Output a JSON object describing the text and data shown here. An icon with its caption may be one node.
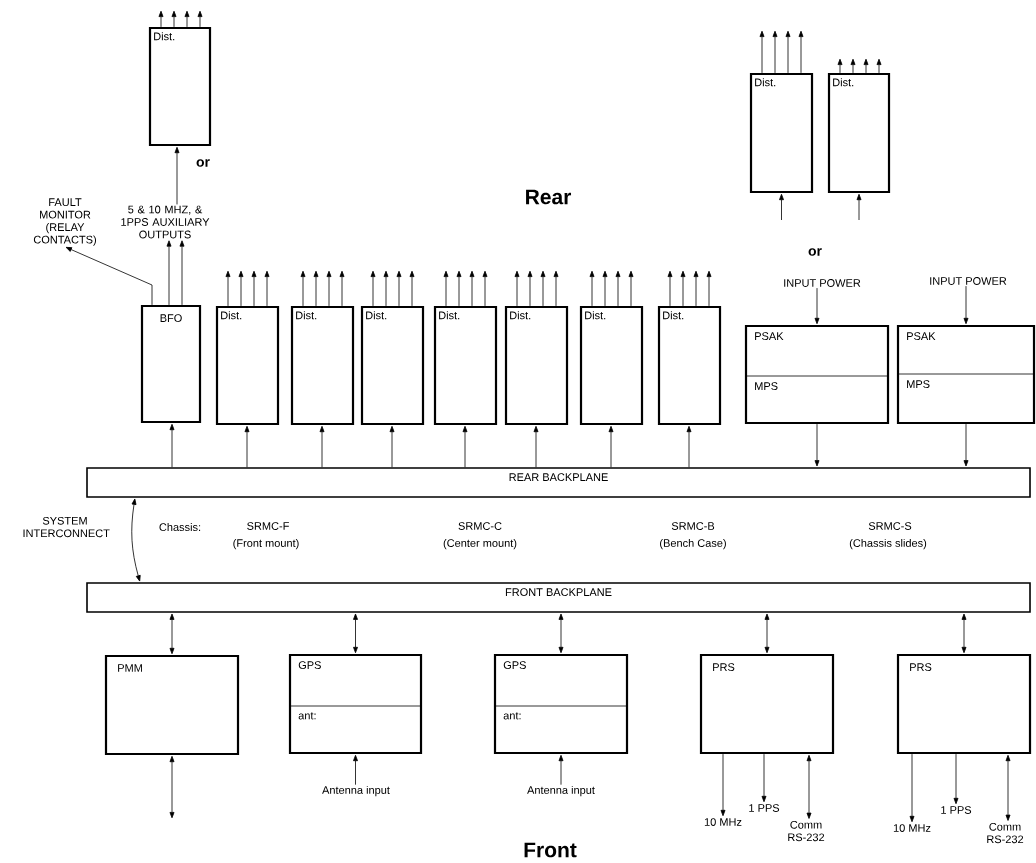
{
  "diagram": {
    "nodes": [
      {
        "text": [
          "Dist."
        ]
      },
      {
        "text": [
          "Dist."
        ]
      },
      {
        "text": [
          "Dist."
        ]
      },
      {
        "text": [
          "BFO"
        ]
      },
      {
        "text": [
          "Dist."
        ]
      },
      {
        "text": [
          "Dist."
        ]
      },
      {
        "text": [
          "Dist."
        ]
      },
      {
        "text": [
          "Dist."
        ]
      },
      {
        "text": [
          "Dist."
        ]
      },
      {
        "text": [
          "Dist."
        ]
      },
      {
        "text": [
          "Dist."
        ]
      },
      {
        "text": [
          "PSAK",
          "MPS"
        ]
      },
      {
        "text": [
          "PSAK",
          "MPS"
        ]
      },
      {
        "text": [
          "REAR BACKPLANE"
        ]
      },
      {
        "text": [
          "FRONT BACKPLANE"
        ]
      },
      {
        "text": [
          "PMM"
        ]
      },
      {
        "text": [
          "GPS",
          "ant:"
        ]
      },
      {
        "text": [
          "GPS",
          "ant:"
        ]
      },
      {
        "text": [
          "PRS"
        ]
      },
      {
        "text": [
          "PRS"
        ]
      },
      {
        "text": [
          "5 & 10 MHZ, & 1PPS AUXILIARY OUTPUTS"
        ]
      },
      {
        "text": [
          "FAULT MONITOR (RELAY CONTACTS)"
        ]
      },
      {
        "text": [
          "INPUT POWER"
        ]
      },
      {
        "text": [
          "INPUT POWER"
        ]
      },
      {
        "text": [
          "Antenna input"
        ]
      },
      {
        "text": [
          "Antenna input"
        ]
      },
      {
        "text": [
          "10 MHz"
        ]
      },
      {
        "text": [
          "1 PPS"
        ]
      },
      {
        "text": [
          "Comm RS-232"
        ]
      },
      {
        "text": [
          "10 MHz"
        ]
      },
      {
        "text": [
          "1 PPS"
        ]
      },
      {
        "text": [
          "Comm RS-232"
        ]
      }
    ],
    "edges": [
      {
        "from": 0,
        "to": null,
        "arrow": "to"
      },
      {
        "from": 0,
        "to": null,
        "arrow": "to"
      },
      {
        "from": 0,
        "to": null,
        "arrow": "to"
      },
      {
        "from": 0,
        "to": null,
        "arrow": "to"
      },
      {
        "from": 1,
        "to": null,
        "arrow": "to"
      },
      {
        "from": 1,
        "to": null,
        "arrow": "to"
      },
      {
        "from": 1,
        "to": null,
        "arrow": "to"
      },
      {
        "from": 1,
        "to": null,
        "arrow": "to"
      },
      {
        "from": 2,
        "to": null,
        "arrow": "to"
      },
      {
        "from": 2,
        "to": null,
        "arrow": "to"
      },
      {
        "from": 2,
        "to": null,
        "arrow": "to"
      },
      {
        "from": 2,
        "to": null,
        "arrow": "to"
      },
      {
        "from": null,
        "to": 1,
        "arrow": "to"
      },
      {
        "from": null,
        "to": 2,
        "arrow": "to"
      },
      {
        "from": 4,
        "to": null,
        "arrow": "to"
      },
      {
        "from": 4,
        "to": null,
        "arrow": "to"
      },
      {
        "from": 4,
        "to": null,
        "arrow": "to"
      },
      {
        "from": 4,
        "to": null,
        "arrow": "to"
      },
      {
        "from": 5,
        "to": null,
        "arrow": "to"
      },
      {
        "from": 5,
        "to": null,
        "arrow": "to"
      },
      {
        "from": 5,
        "to": null,
        "arrow": "to"
      },
      {
        "from": 5,
        "to": null,
        "arrow": "to"
      },
      {
        "from": 6,
        "to": null,
        "arrow": "to"
      },
      {
        "from": 6,
        "to": null,
        "arrow": "to"
      },
      {
        "from": 6,
        "to": null,
        "arrow": "to"
      },
      {
        "from": 6,
        "to": null,
        "arrow": "to"
      },
      {
        "from": 7,
        "to": null,
        "arrow": "to"
      },
      {
        "from": 7,
        "to": null,
        "arrow": "to"
      },
      {
        "from": 7,
        "to": null,
        "arrow": "to"
      },
      {
        "from": 7,
        "to": null,
        "arrow": "to"
      },
      {
        "from": 8,
        "to": null,
        "arrow": "to"
      },
      {
        "from": 8,
        "to": null,
        "arrow": "to"
      },
      {
        "from": 8,
        "to": null,
        "arrow": "to"
      },
      {
        "from": 8,
        "to": null,
        "arrow": "to"
      },
      {
        "from": 9,
        "to": null,
        "arrow": "to"
      },
      {
        "from": 9,
        "to": null,
        "arrow": "to"
      },
      {
        "from": 9,
        "to": null,
        "arrow": "to"
      },
      {
        "from": 9,
        "to": null,
        "arrow": "to"
      },
      {
        "from": 10,
        "to": null,
        "arrow": "to"
      },
      {
        "from": 10,
        "to": null,
        "arrow": "to"
      },
      {
        "from": 10,
        "to": null,
        "arrow": "to"
      },
      {
        "from": 10,
        "to": null,
        "arrow": "to"
      },
      {
        "from": 3,
        "to": 20,
        "arrow": "to"
      },
      {
        "from": 3,
        "to": 20,
        "arrow": "to"
      },
      {
        "from": 3,
        "to": 21,
        "arrow": "to"
      },
      {
        "from": 20,
        "to": 0,
        "arrow": "to"
      },
      {
        "from": 22,
        "to": 11,
        "arrow": "to"
      },
      {
        "from": 23,
        "to": 12,
        "arrow": "to"
      },
      {
        "from": 13,
        "to": 3,
        "arrow": "to"
      },
      {
        "from": 13,
        "to": 4,
        "arrow": "to"
      },
      {
        "from": 13,
        "to": 5,
        "arrow": "to"
      },
      {
        "from": 13,
        "to": 6,
        "arrow": "to"
      },
      {
        "from": 13,
        "to": 7,
        "arrow": "to"
      },
      {
        "from": 13,
        "to": 8,
        "arrow": "to"
      },
      {
        "from": 13,
        "to": 9,
        "arrow": "to"
      },
      {
        "from": 13,
        "to": 10,
        "arrow": "to"
      },
      {
        "from": 11,
        "to": 13,
        "arrow": "to"
      },
      {
        "from": 12,
        "to": 13,
        "arrow": "to"
      },
      {
        "from": 13,
        "to": 14,
        "arrow": "both"
      },
      {
        "from": 14,
        "to": 15,
        "arrow": "both"
      },
      {
        "from": 14,
        "to": 16,
        "arrow": "both"
      },
      {
        "from": 14,
        "to": 17,
        "arrow": "both"
      },
      {
        "from": 14,
        "to": 18,
        "arrow": "both"
      },
      {
        "from": 14,
        "to": 19,
        "arrow": "both"
      },
      {
        "from": 15,
        "to": null,
        "arrow": "both"
      },
      {
        "from": 24,
        "to": 16,
        "arrow": "to"
      },
      {
        "from": 25,
        "to": 17,
        "arrow": "to"
      },
      {
        "from": 18,
        "to": 26,
        "arrow": "to"
      },
      {
        "from": 18,
        "to": 27,
        "arrow": "to"
      },
      {
        "from": 18,
        "to": 28,
        "arrow": "both"
      },
      {
        "from": 19,
        "to": 29,
        "arrow": "to"
      },
      {
        "from": 19,
        "to": 30,
        "arrow": "to"
      },
      {
        "from": 19,
        "to": 31,
        "arrow": "both"
      }
    ],
    "labels": [
      "or",
      "Rear",
      "or",
      "SYSTEM INTERCONNECT",
      "Chassis:",
      "SRMC-F",
      "(Front mount)",
      "SRMC-C",
      "(Center mount)",
      "SRMC-B",
      "(Bench Case)",
      "SRMC-S",
      "(Chassis slides)",
      "Front"
    ]
  }
}
